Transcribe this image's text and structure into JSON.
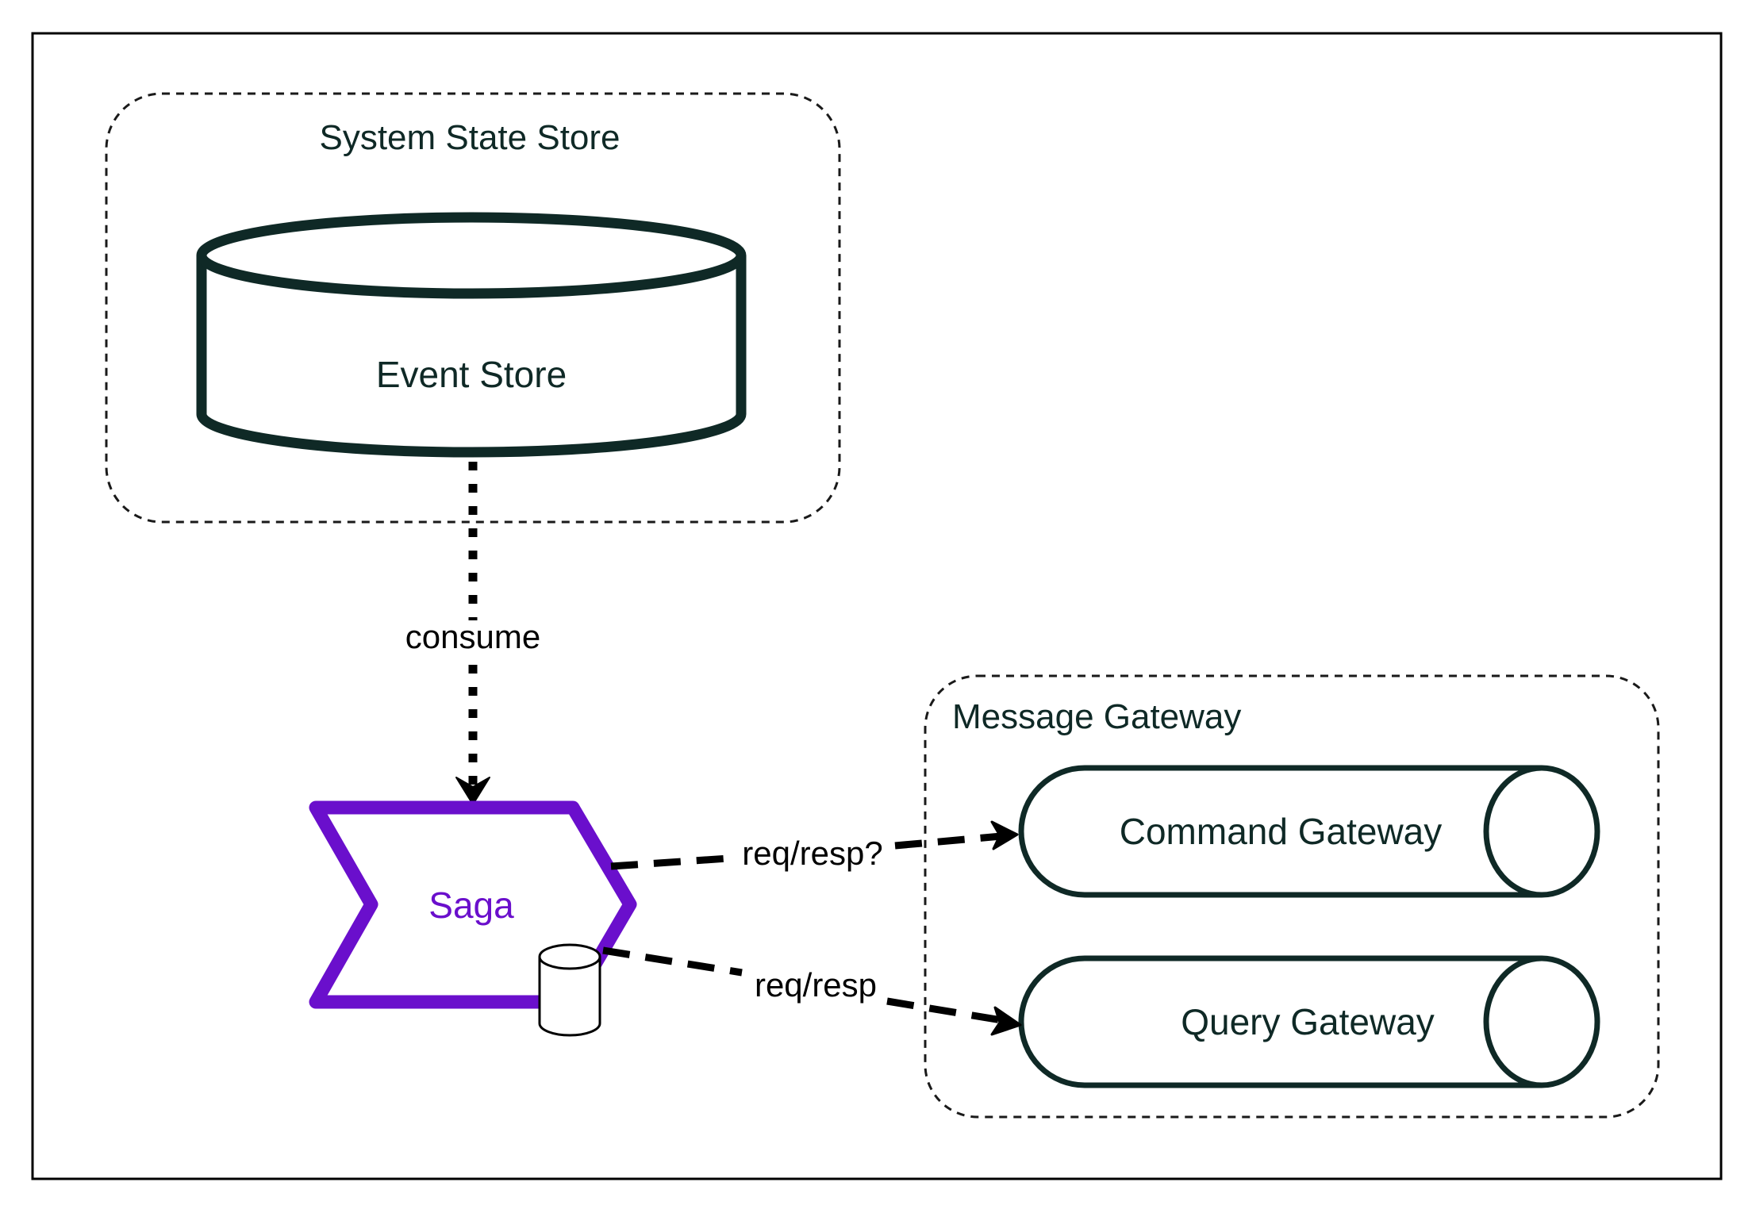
{
  "colors": {
    "background": "#ffffff",
    "frame": "#000000",
    "shape_stroke": "#0f2926",
    "text": "#0f2926",
    "saga": "#6a0fcc",
    "arrow": "#000000"
  },
  "groups": {
    "system_state_store": {
      "title": "System State Store"
    },
    "message_gateway": {
      "title": "Message Gateway"
    }
  },
  "nodes": {
    "event_store": {
      "label": "Event Store",
      "icon": "database-cylinder"
    },
    "saga": {
      "label": "Saga",
      "icon": "step-chevron"
    },
    "saga_store": {
      "icon": "database-icon"
    },
    "command_gateway": {
      "label": "Command Gateway",
      "icon": "horizontal-cylinder"
    },
    "query_gateway": {
      "label": "Query Gateway",
      "icon": "horizontal-cylinder"
    }
  },
  "edges": {
    "consume": {
      "label": "consume",
      "style": "dotted",
      "from": "Event Store",
      "to": "Saga"
    },
    "command": {
      "label": "req/resp?",
      "style": "dashed",
      "from": "Saga",
      "to": "Command Gateway"
    },
    "query": {
      "label": "req/resp",
      "style": "dashed",
      "from": "Saga",
      "to": "Query Gateway"
    }
  }
}
